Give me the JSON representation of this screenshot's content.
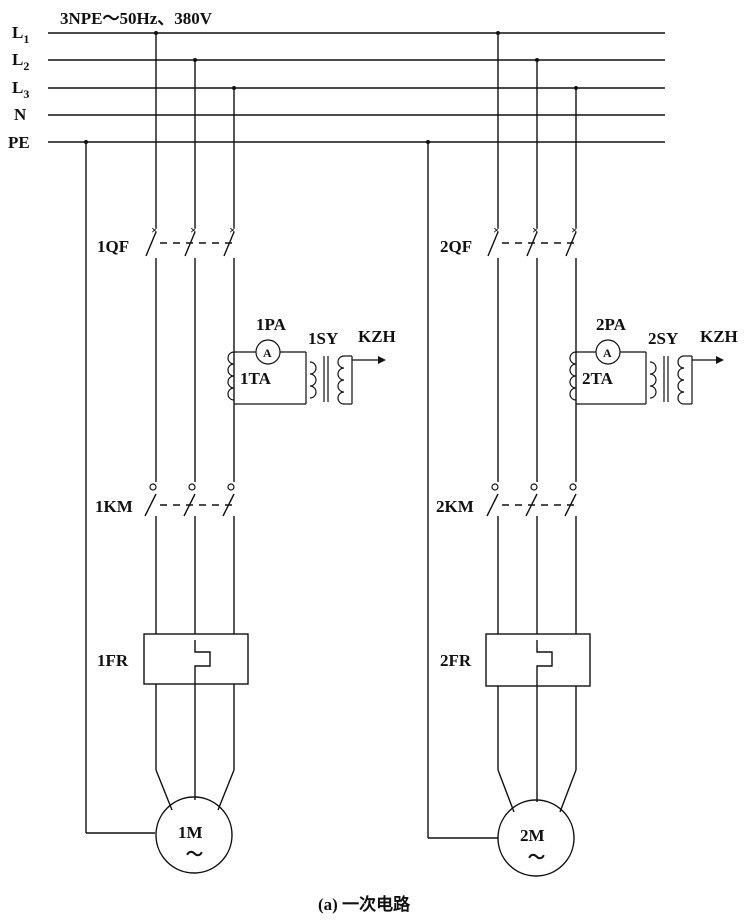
{
  "bus": {
    "supply": "3NPE～50Hz、380V",
    "lines": [
      {
        "main": "L",
        "sub": "1"
      },
      {
        "main": "L",
        "sub": "2"
      },
      {
        "main": "L",
        "sub": "3"
      },
      {
        "main": "N",
        "sub": ""
      },
      {
        "main": "PE",
        "sub": ""
      }
    ]
  },
  "circuits": [
    {
      "breaker": "1QF",
      "ammeter": "1PA",
      "ammeter_symbol": "A",
      "current_transformer": "1TA",
      "signal_unit": "1SY",
      "signal_output": "KZH",
      "contactor": "1KM",
      "thermal_relay": "1FR",
      "motor": "1M",
      "motor_symbol": "～"
    },
    {
      "breaker": "2QF",
      "ammeter": "2PA",
      "ammeter_symbol": "A",
      "current_transformer": "2TA",
      "signal_unit": "2SY",
      "signal_output": "KZH",
      "contactor": "2KM",
      "thermal_relay": "2FR",
      "motor": "2M",
      "motor_symbol": "～"
    }
  ],
  "caption": "(a) 一次电路"
}
